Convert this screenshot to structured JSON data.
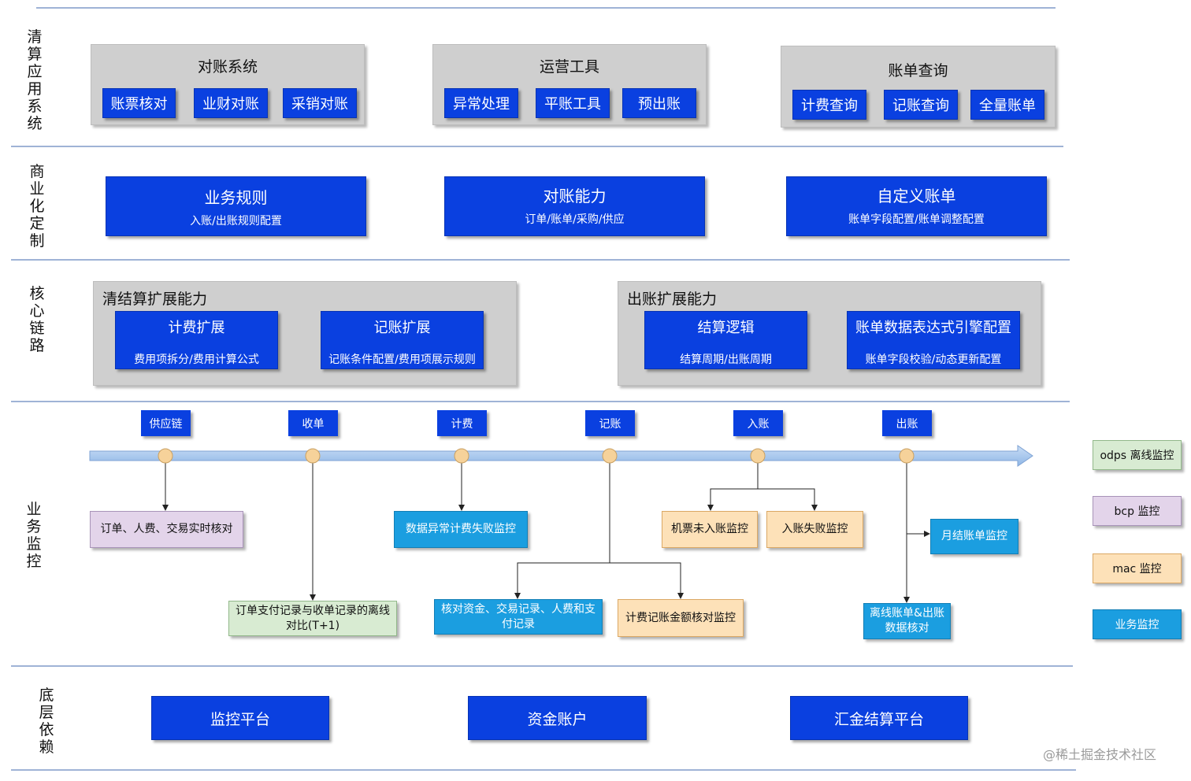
{
  "layers": {
    "app": "清算应用系统",
    "biz": "商业化定制",
    "core": "核心链路",
    "monitor": "业务监控",
    "base": "底层依赖"
  },
  "app_groups": [
    {
      "title": "对账系统",
      "items": [
        "账票核对",
        "业财对账",
        "采销对账"
      ]
    },
    {
      "title": "运营工具",
      "items": [
        "异常处理",
        "平账工具",
        "预出账"
      ]
    },
    {
      "title": "账单查询",
      "items": [
        "计费查询",
        "记账查询",
        "全量账单"
      ]
    }
  ],
  "biz_boxes": [
    {
      "title": "业务规则",
      "sub": "入账/出账规则配置"
    },
    {
      "title": "对账能力",
      "sub": "订单/账单/采购/供应"
    },
    {
      "title": "自定义账单",
      "sub": "账单字段配置/账单调整配置"
    }
  ],
  "core_groups": [
    {
      "title": "清结算扩展能力",
      "items": [
        {
          "title": "计费扩展",
          "sub": "费用项拆分/费用计算公式"
        },
        {
          "title": "记账扩展",
          "sub": "记账条件配置/费用项展示规则"
        }
      ]
    },
    {
      "title": "出账扩展能力",
      "items": [
        {
          "title": "结算逻辑",
          "sub": "结算周期/出账周期"
        },
        {
          "title": "账单数据表达式引擎配置",
          "sub": "账单字段校验/动态更新配置"
        }
      ]
    }
  ],
  "stages": [
    "供应链",
    "收单",
    "计费",
    "记账",
    "入账",
    "出账"
  ],
  "monitors": {
    "m1": "订单、人费、交易实时核对",
    "m2": "订单支付记录与收单记录的离线对比(T+1)",
    "m3": "数据异常计费失败监控",
    "m4": "核对资金、交易记录、人费和支付记录",
    "m5": "计费记账金额核对监控",
    "m6": "机票未入账监控",
    "m7": "入账失败监控",
    "m8": "月结账单监控",
    "m9": "离线账单&出账数据核对"
  },
  "legend": [
    "odps 离线监控",
    "bcp 监控",
    "mac 监控",
    "业务监控"
  ],
  "base_boxes": [
    "监控平台",
    "资金账户",
    "汇金结算平台"
  ],
  "watermark": "@稀土掘金技术社区",
  "colors": {
    "primary_blue": "#0a40e0",
    "group_grey": "#cfcfcf",
    "purple": "#e3d4ea",
    "green": "#d8ebd2",
    "orange": "#fde1b8",
    "cyan": "#1b9ee0",
    "timeline": "#9cc3ee",
    "node": "#f6d29a"
  }
}
